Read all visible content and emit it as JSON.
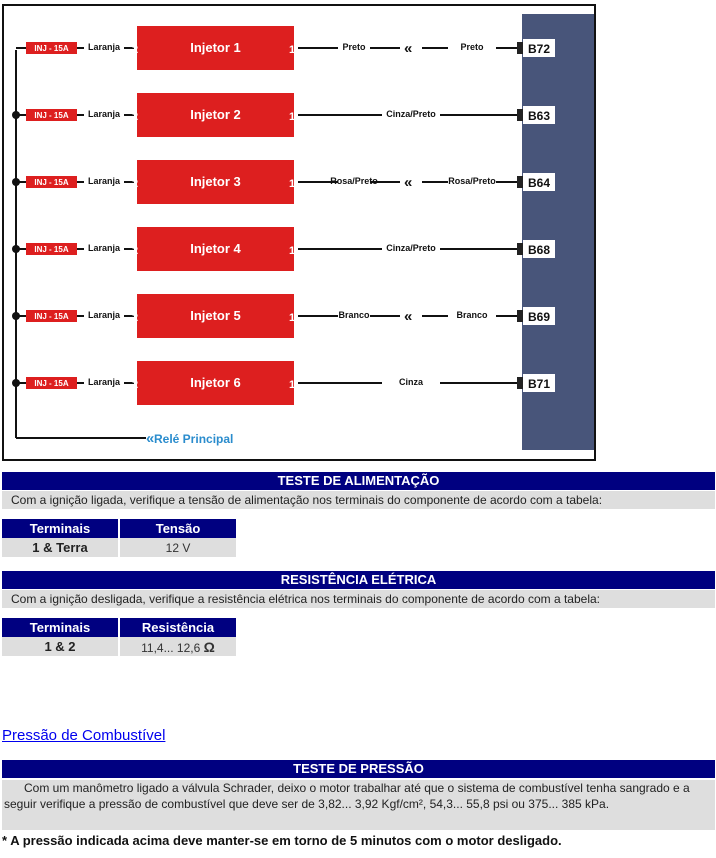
{
  "diagram": {
    "relay_label": "Relé Principal",
    "injectors": [
      {
        "fuse": "INJ - 15A",
        "wire_left": "Laranja",
        "pin_left": "2",
        "name": "Injetor 1",
        "pin_right": "1",
        "wire_right_a": "Preto",
        "wire_right_b": "Preto",
        "connector": "B72",
        "has_plug": true
      },
      {
        "fuse": "INJ - 15A",
        "wire_left": "Laranja",
        "pin_left": "2",
        "name": "Injetor 2",
        "pin_right": "1",
        "wire_right_a": "",
        "wire_right_b": "Cinza/Preto",
        "connector": "B63",
        "has_plug": false
      },
      {
        "fuse": "INJ - 15A",
        "wire_left": "Laranja",
        "pin_left": "2",
        "name": "Injetor 3",
        "pin_right": "1",
        "wire_right_a": "Rosa/Preto",
        "wire_right_b": "Rosa/Preto",
        "connector": "B64",
        "has_plug": true
      },
      {
        "fuse": "INJ - 15A",
        "wire_left": "Laranja",
        "pin_left": "2",
        "name": "Injetor 4",
        "pin_right": "1",
        "wire_right_a": "",
        "wire_right_b": "Cinza/Preto",
        "connector": "B68",
        "has_plug": false
      },
      {
        "fuse": "INJ - 15A",
        "wire_left": "Laranja",
        "pin_left": "2",
        "name": "Injetor 5",
        "pin_right": "1",
        "wire_right_a": "Branco",
        "wire_right_b": "Branco",
        "connector": "B69",
        "has_plug": true
      },
      {
        "fuse": "INJ - 15A",
        "wire_left": "Laranja",
        "pin_left": "2",
        "name": "Injetor 6",
        "pin_right": "1",
        "wire_right_a": "",
        "wire_right_b": "Cinza",
        "connector": "B71",
        "has_plug": false
      }
    ]
  },
  "supply_test": {
    "title": "TESTE DE ALIMENTAÇÃO",
    "description": "Com a ignição ligada, verifique a tensão de alimentação nos terminais do componente de acordo com a tabela:",
    "headers": [
      "Terminais",
      "Tensão"
    ],
    "row": [
      "1 & Terra",
      "12 V"
    ]
  },
  "resistance_test": {
    "title": "RESISTÊNCIA ELÉTRICA",
    "description": "Com a ignição desligada, verifique a resistência elétrica nos terminais do componente de acordo com a tabela:",
    "headers": [
      "Terminais",
      "Resistência"
    ],
    "row": [
      "1 & 2",
      "11,4... 12,6"
    ],
    "unit": "Ω"
  },
  "fuel_pressure_link": "Pressão de Combustível",
  "pressure_test": {
    "title": "TESTE DE PRESSÃO",
    "description": "Com um manômetro ligado a válvula Schrader, deixo o motor trabalhar até que o sistema de combustível tenha sangrado e a seguir verifique a pressão de combustível que deve ser de 3,82... 3,92 Kgf/cm², 54,3... 55,8 psi ou 375... 385 kPa."
  },
  "note": "* A pressão indicada acima deve manter-se em torno de 5 minutos com o motor desligado.",
  "colors": {
    "injector": "#dd1f1f",
    "fuse": "#dd1f1f",
    "ecu": "#48557a",
    "header": "#000080",
    "relay_text": "#2a8ccd"
  }
}
